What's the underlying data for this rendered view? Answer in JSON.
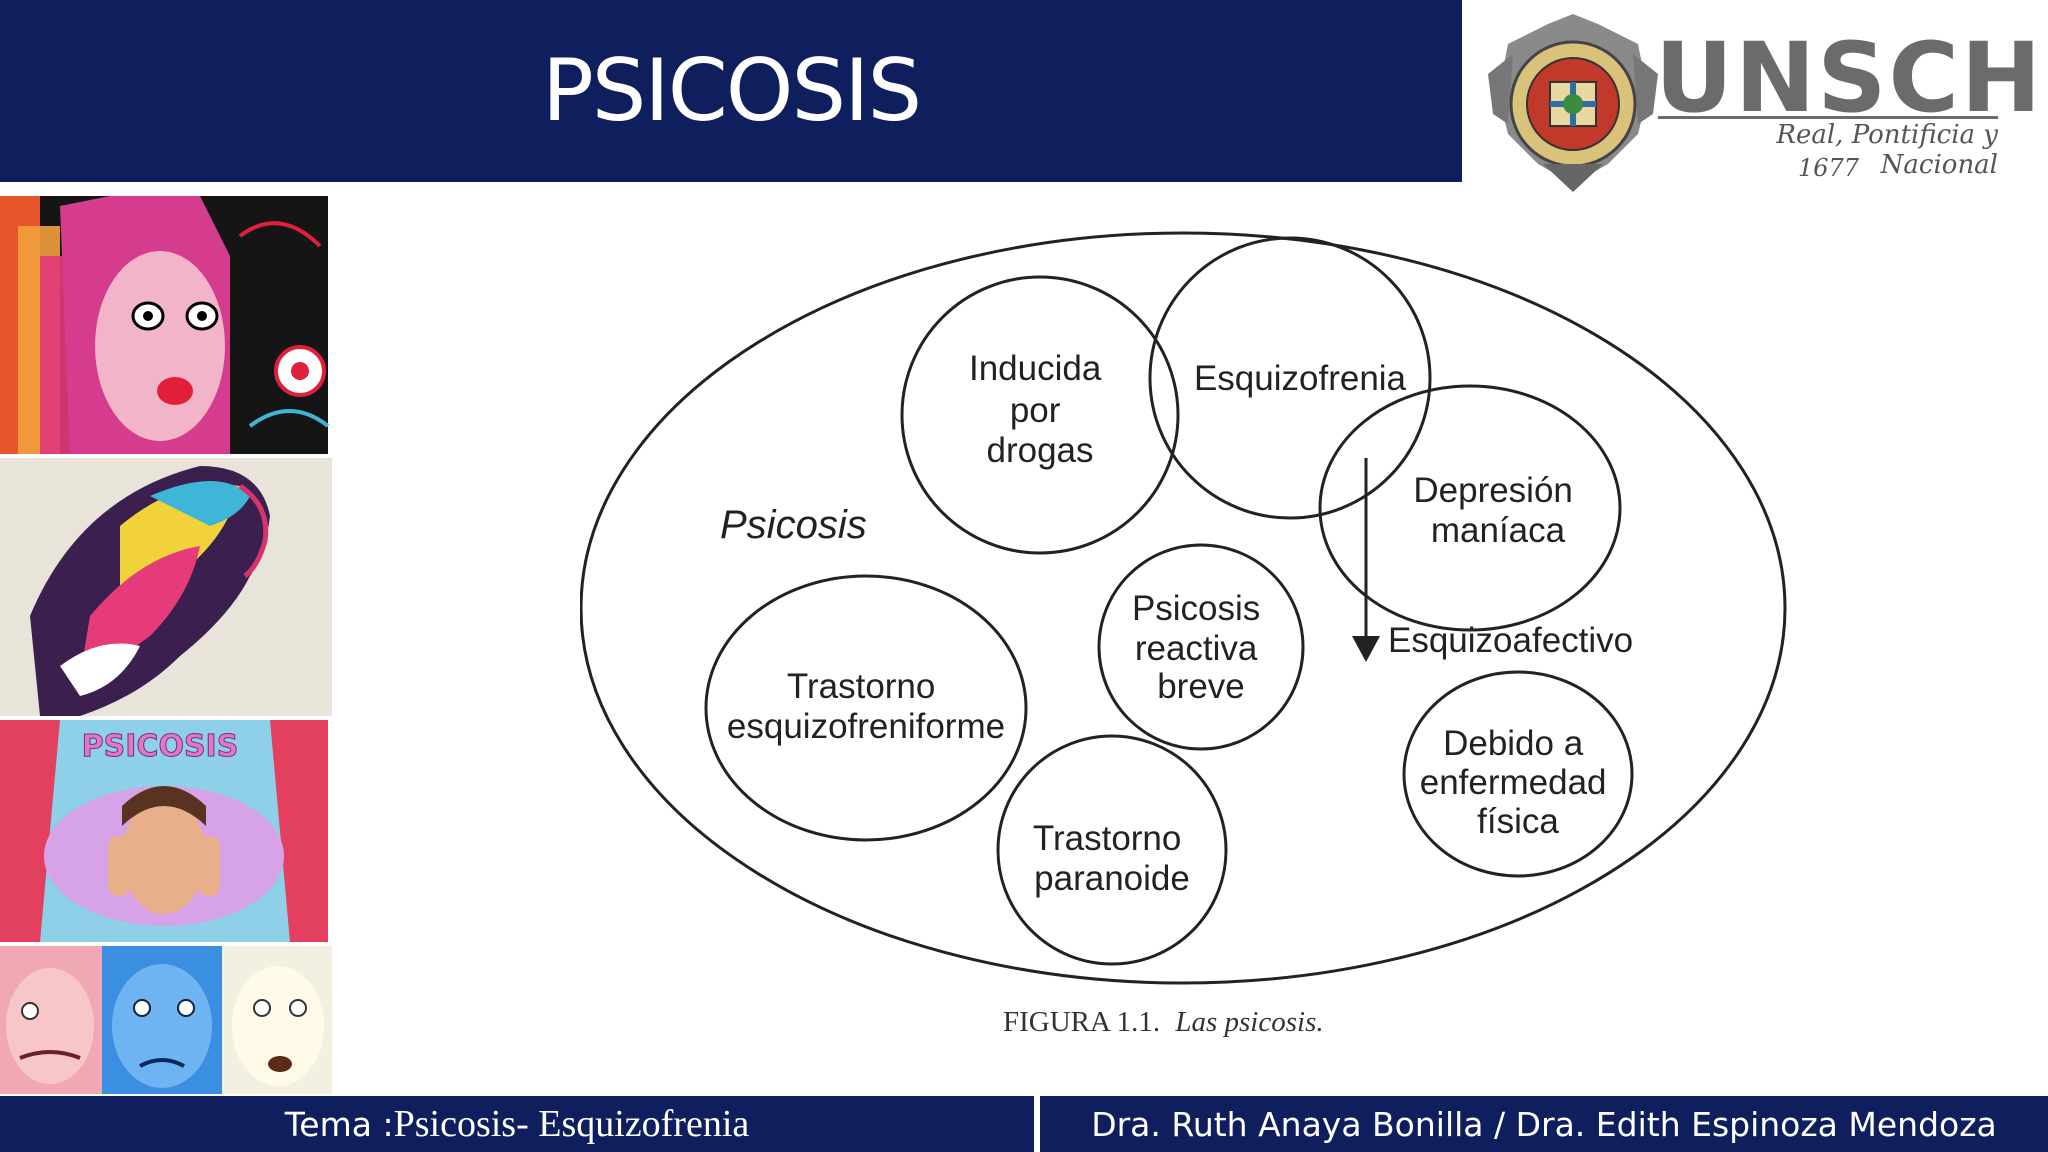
{
  "header": {
    "title": "PSICOSIS"
  },
  "logo": {
    "name": "UNSCH",
    "subtitle": "Real, Pontificia y Nacional",
    "year": "1677",
    "seal_icon": "university-seal-icon"
  },
  "collage": {
    "panel_2_caption": "PSICOSIS"
  },
  "diagram": {
    "outer_label": "Psicosis",
    "circles": {
      "inducida": [
        "Inducida",
        "por",
        "drogas"
      ],
      "esquizofrenia": [
        "Esquizofrenia"
      ],
      "depresion": [
        "Depresión",
        "maníaca"
      ],
      "esquizoafectivo": "Esquizoafectivo",
      "reactiva": [
        "Psicosis",
        "reactiva",
        "breve"
      ],
      "esquizofreniforme": [
        "Trastorno",
        "esquizofreniforme"
      ],
      "paranoide": [
        "Trastorno",
        "paranoide"
      ],
      "fisica": [
        "Debido a",
        "enfermedad",
        "física"
      ]
    },
    "caption_prefix": "FIGURA 1.1.",
    "caption_title": "Las psicosis."
  },
  "footer": {
    "tema_label": "Tema : ",
    "tema_value": "Psicosis- Esquizofrenia",
    "authors": "Dra. Ruth Anaya Bonilla / Dra. Edith Espinoza Mendoza"
  },
  "colors": {
    "navy": "#0f1f5e",
    "logo_gray": "#6b6b6b"
  }
}
